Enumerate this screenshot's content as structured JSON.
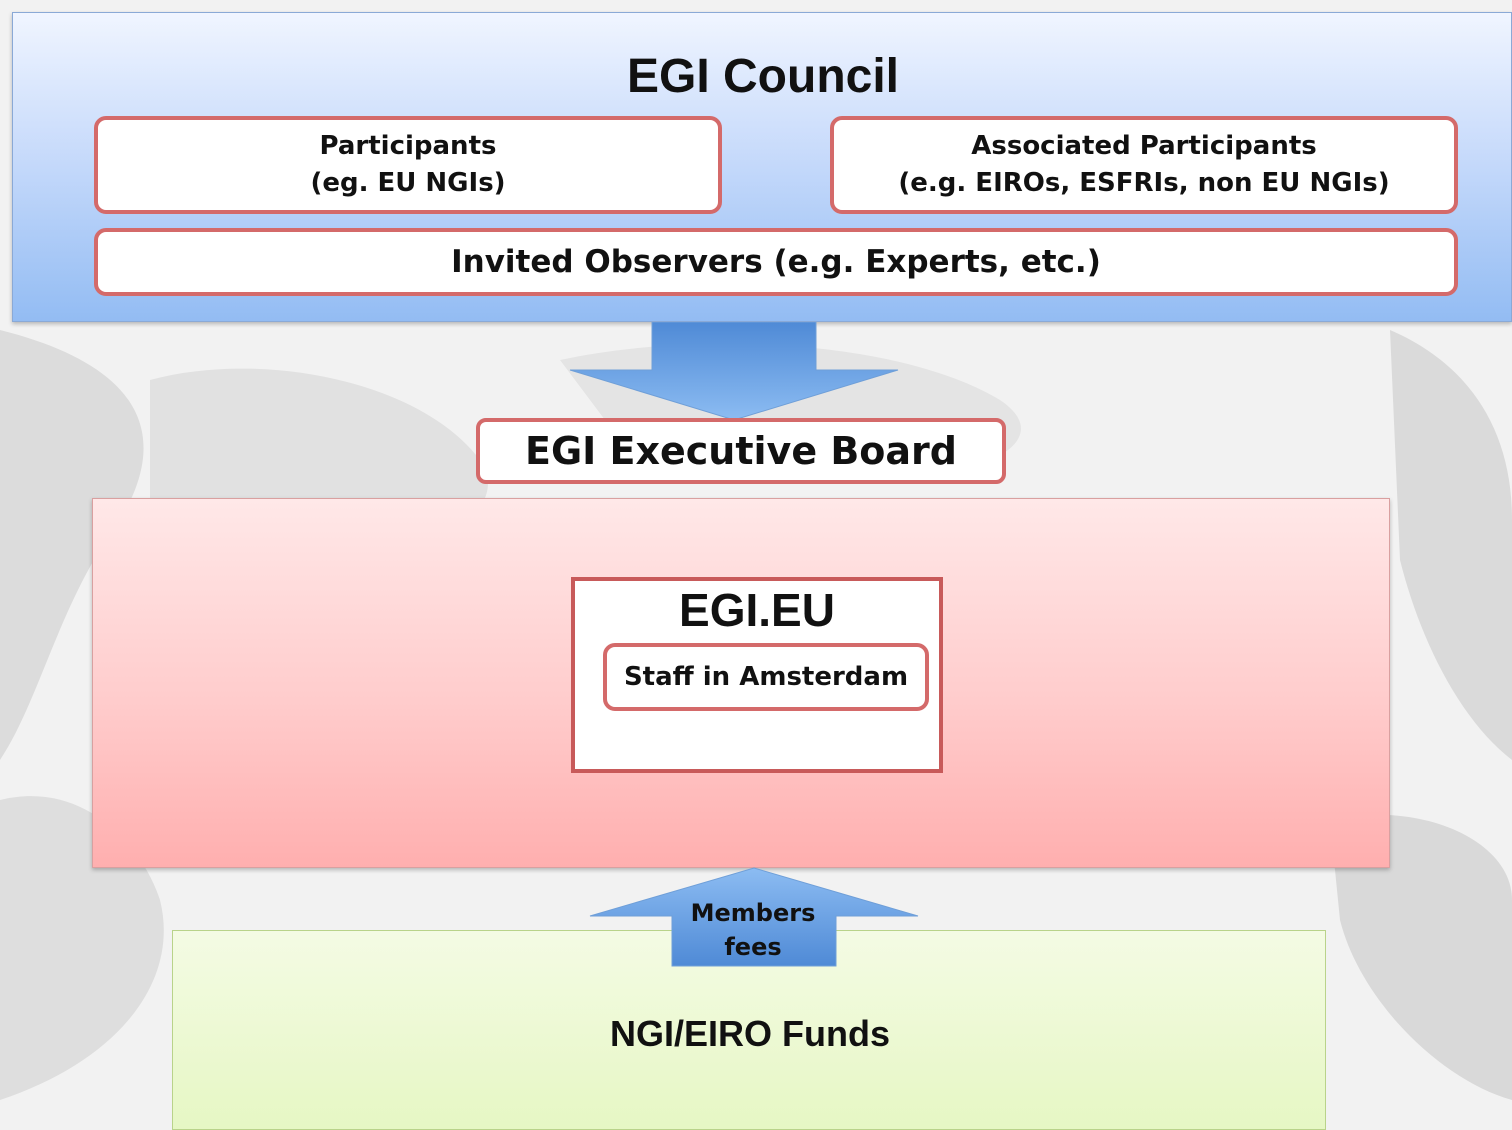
{
  "council": {
    "title": "EGI Council",
    "participants": {
      "line1": "Participants",
      "line2": "(eg. EU NGIs)"
    },
    "associated": {
      "line1": "Associated Participants",
      "line2": "(e.g. EIROs, ESFRIs, non EU NGIs)"
    },
    "observers": "Invited Observers (e.g. Experts, etc.)"
  },
  "executive_board": "EGI Executive Board",
  "egi_eu": {
    "title": "EGI.EU",
    "staff": "Staff in Amsterdam"
  },
  "members_fees": {
    "line1": "Members",
    "line2": "fees"
  },
  "funds": "NGI/EIRO Funds",
  "colors": {
    "council_blue": "#93bcf3",
    "box_border_red": "#d46a6a",
    "egi_eu_pink": "#ffafaf",
    "funds_green": "#e6f7c4",
    "arrow_blue": "#5b97de"
  }
}
